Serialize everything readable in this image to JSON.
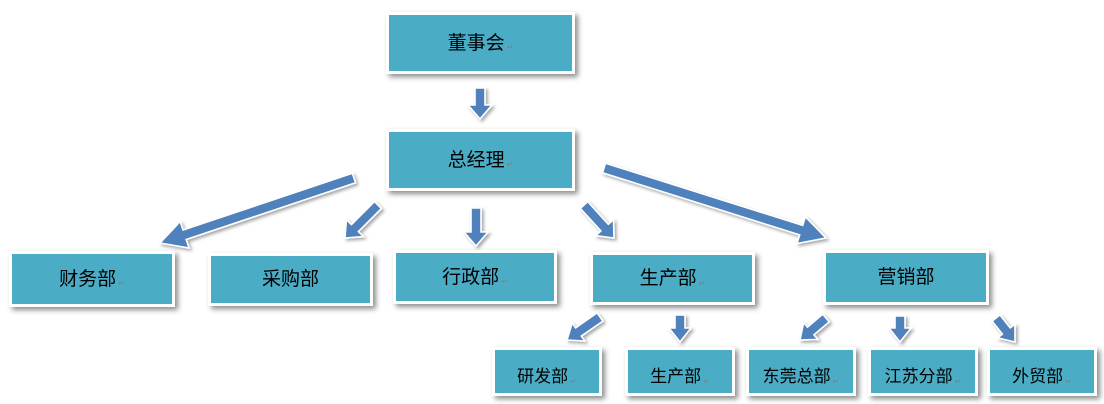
{
  "diagram": {
    "return_mark": "↵",
    "nodes": {
      "board": "董事会",
      "gm": "总经理",
      "finance": "财务部",
      "purchasing": "采购部",
      "admin": "行政部",
      "production": "生产部",
      "marketing": "营销部",
      "rnd": "研发部",
      "production_sub": "生产部",
      "dongguan": "东莞总部",
      "jiangsu": "江苏分部",
      "trade": "外贸部"
    }
  },
  "colors": {
    "node_fill": "#4bacc6",
    "arrow_fill": "#4f81bd",
    "arrow_edge": "#ffffff"
  }
}
